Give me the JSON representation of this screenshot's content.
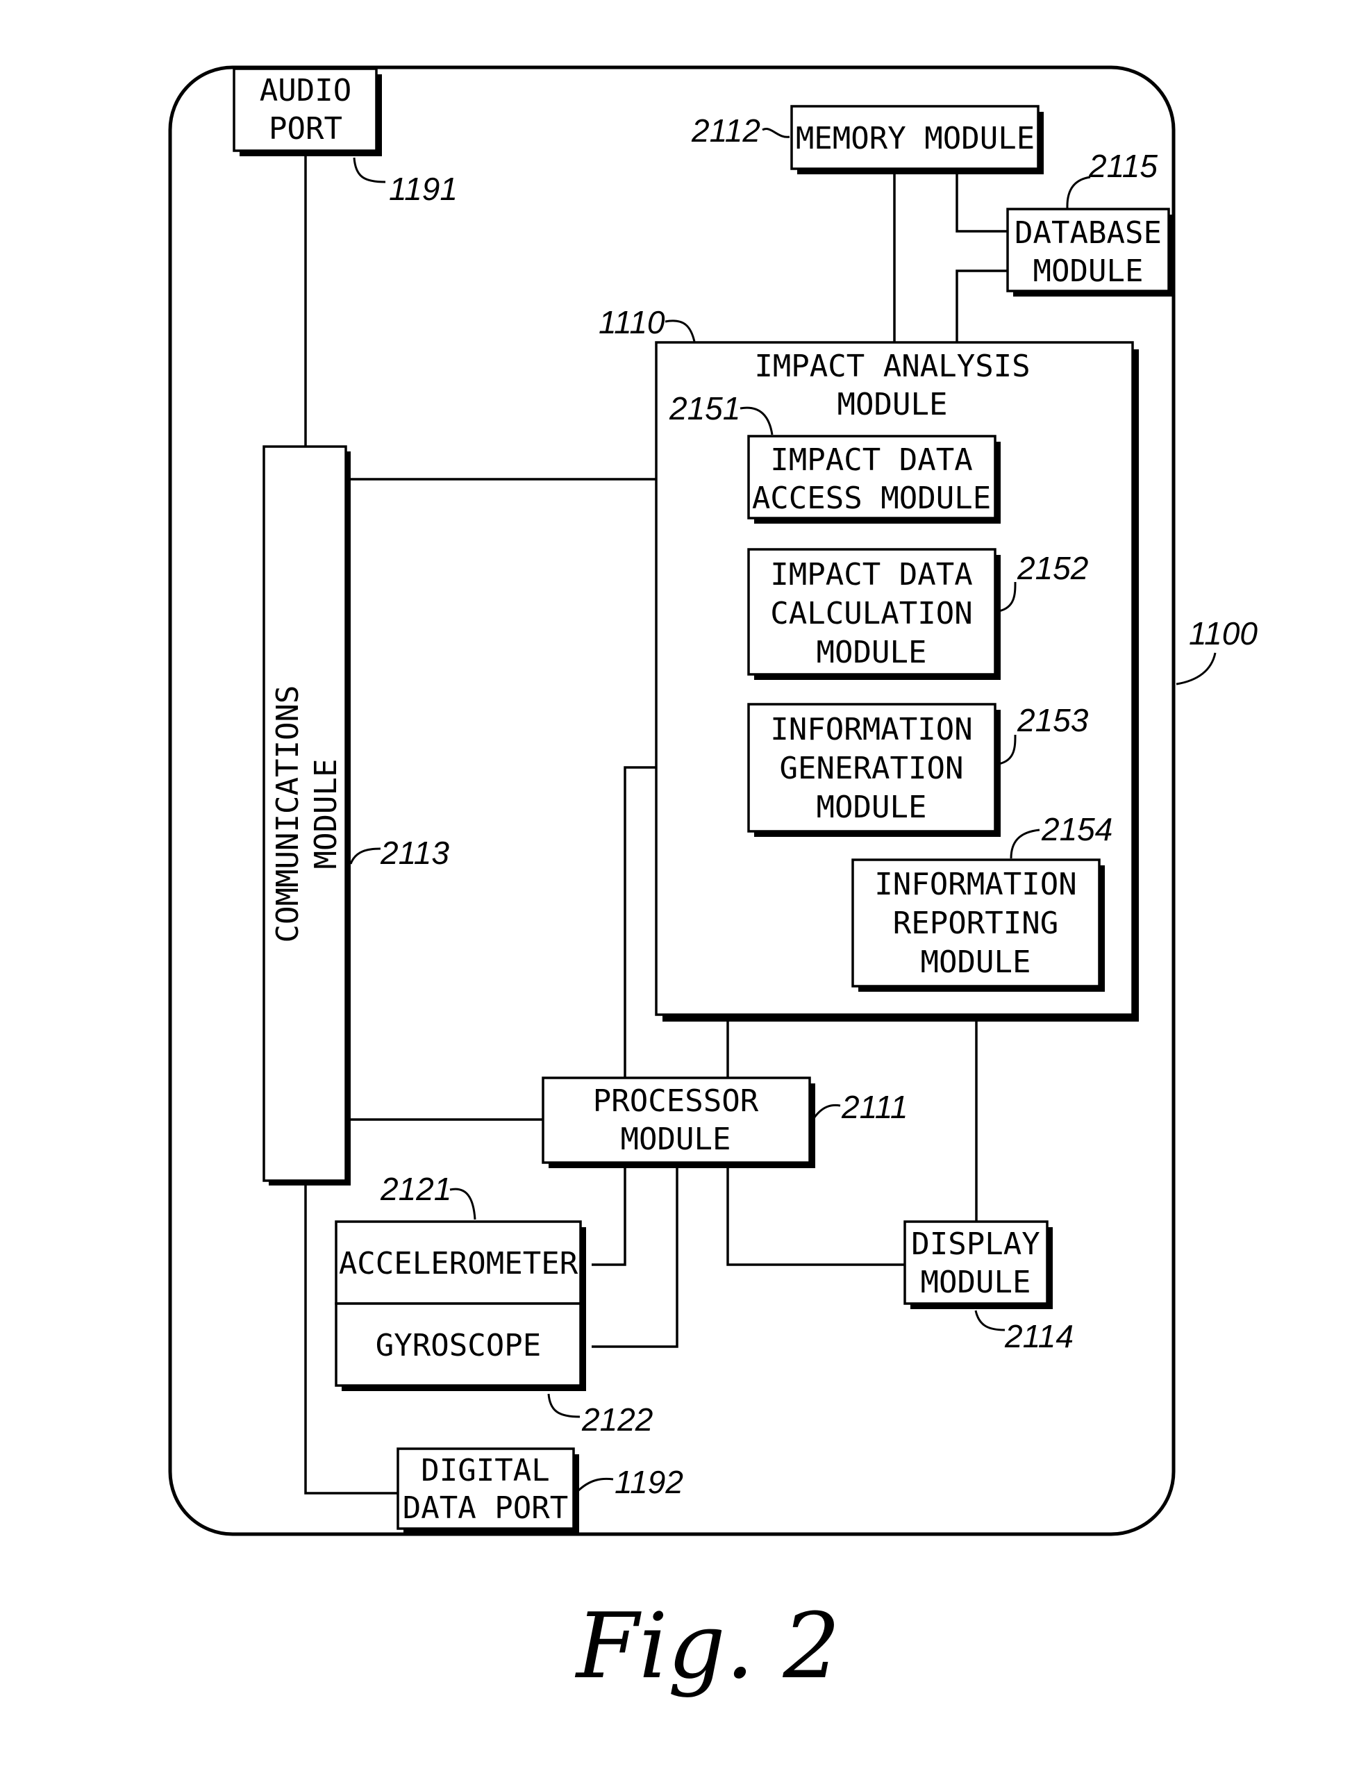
{
  "figure_caption": "Fig. 2",
  "device": {
    "ref": "1100"
  },
  "modules": {
    "audio_port": {
      "lines": [
        "AUDIO",
        "PORT"
      ],
      "ref": "1191"
    },
    "memory": {
      "lines": [
        "MEMORY MODULE"
      ],
      "ref": "2112"
    },
    "database": {
      "lines": [
        "DATABASE",
        "MODULE"
      ],
      "ref": "2115"
    },
    "impact_analysis": {
      "lines": [
        "IMPACT ANALYSIS",
        "MODULE"
      ],
      "ref": "1110"
    },
    "impact_data_access": {
      "lines": [
        "IMPACT DATA",
        "ACCESS MODULE"
      ],
      "ref": "2151"
    },
    "impact_data_calculation": {
      "lines": [
        "IMPACT DATA",
        "CALCULATION",
        "MODULE"
      ],
      "ref": "2152"
    },
    "information_generation": {
      "lines": [
        "INFORMATION",
        "GENERATION",
        "MODULE"
      ],
      "ref": "2153"
    },
    "information_reporting": {
      "lines": [
        "INFORMATION",
        "REPORTING",
        "MODULE"
      ],
      "ref": "2154"
    },
    "communications": {
      "lines": [
        "COMMUNICATIONS",
        "MODULE"
      ],
      "ref": "2113"
    },
    "processor": {
      "lines": [
        "PROCESSOR",
        "MODULE"
      ],
      "ref": "2111"
    },
    "accelerometer": {
      "lines": [
        "ACCELEROMETER"
      ],
      "ref": "2121"
    },
    "gyroscope": {
      "lines": [
        "GYROSCOPE"
      ],
      "ref": "2122"
    },
    "display": {
      "lines": [
        "DISPLAY",
        "MODULE"
      ],
      "ref": "2114"
    },
    "digital_data_port": {
      "lines": [
        "DIGITAL",
        "DATA PORT"
      ],
      "ref": "1192"
    }
  }
}
